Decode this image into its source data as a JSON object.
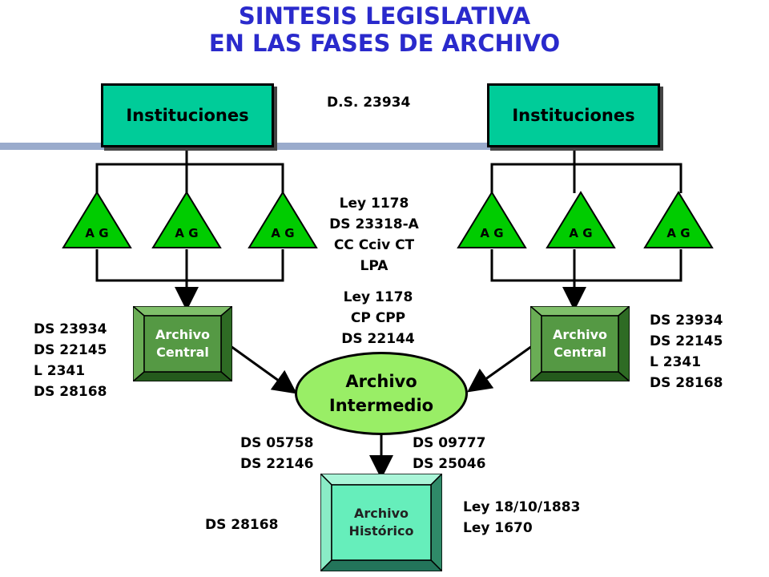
{
  "title": {
    "line1": "SINTESIS LEGISLATIVA",
    "line2": "EN LAS FASES DE ARCHIVO"
  },
  "colors": {
    "title": "#2a2acc",
    "institution": "#00cc99",
    "archive_green": "#559944",
    "archive_teal": "#66eebb",
    "intermediate": "#99ee66",
    "triangle": "#00cc00",
    "bar": "#9aabcc"
  },
  "institutions": {
    "left": "Instituciones",
    "right": "Instituciones"
  },
  "ag_label": "A G",
  "archivo_central": {
    "line1": "Archivo",
    "line2": "Central"
  },
  "archivo_intermedio": {
    "line1": "Archivo",
    "line2": "Intermedio"
  },
  "archivo_historico": {
    "line1": "Archivo",
    "line2": "Histórico"
  },
  "laws": {
    "top": "D.S. 23934",
    "ag_level": [
      "Ley 1178",
      "DS 23318-A",
      "CC Cciv CT",
      "LPA"
    ],
    "central_to_intermedio": [
      "Ley 1178",
      "CP CPP",
      "DS 22144"
    ],
    "left_central": [
      "DS 23934",
      "DS 22145",
      "L 2341",
      "DS 28168"
    ],
    "right_central": [
      "DS 23934",
      "DS 22145",
      "L 2341",
      "DS 28168"
    ],
    "intermedio_left": [
      "DS 05758",
      "DS 22146"
    ],
    "intermedio_right": [
      "DS 09777",
      "DS 25046"
    ],
    "historico_left": "DS 28168",
    "historico_right": [
      "Ley 18/10/1883",
      "Ley 1670"
    ]
  }
}
